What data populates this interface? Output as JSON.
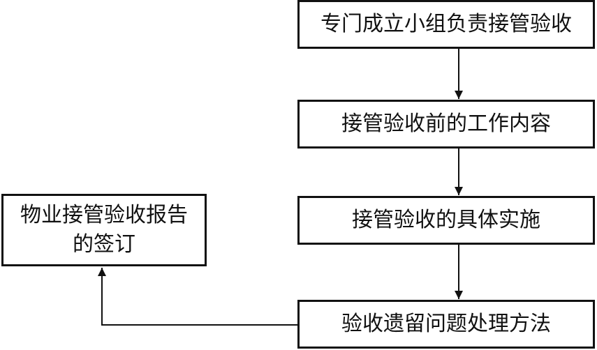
{
  "flow": {
    "step1": "专门成立小组负责接管验收",
    "step2": "接管验收前的工作内容",
    "step3": "接管验收的具体实施",
    "step4": "验收遗留问题处理方法",
    "final_line1": "物业接管验收报告",
    "final_line2": "的签订"
  },
  "colors": {
    "line": "#111111",
    "background": "#ffffff"
  }
}
